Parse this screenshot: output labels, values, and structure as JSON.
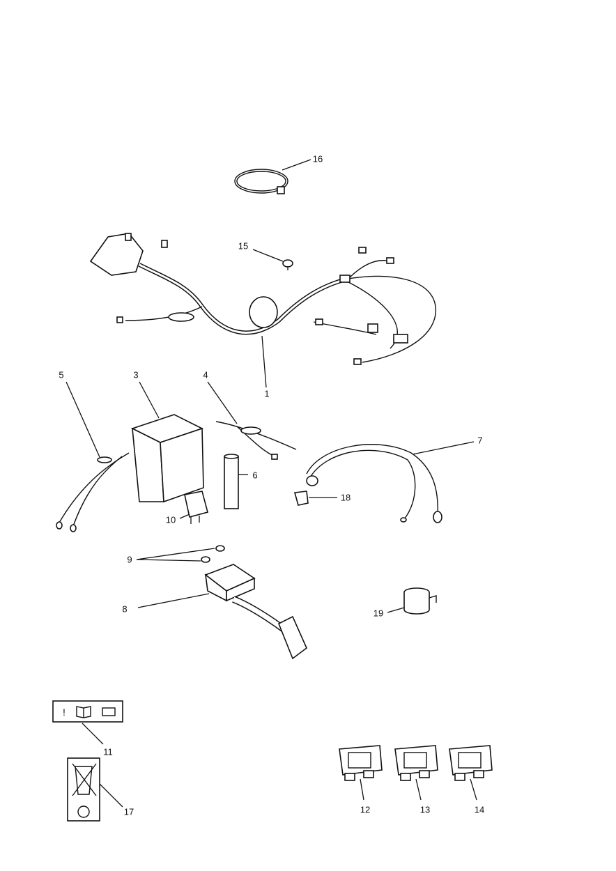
{
  "diagram": {
    "callouts": [
      {
        "id": "16",
        "text": "16"
      },
      {
        "id": "15",
        "text": "15"
      },
      {
        "id": "1",
        "text": "1"
      },
      {
        "id": "5",
        "text": "5"
      },
      {
        "id": "3",
        "text": "3"
      },
      {
        "id": "4",
        "text": "4"
      },
      {
        "id": "7",
        "text": "7"
      },
      {
        "id": "6",
        "text": "6"
      },
      {
        "id": "18",
        "text": "18"
      },
      {
        "id": "10",
        "text": "10"
      },
      {
        "id": "9",
        "text": "9"
      },
      {
        "id": "8",
        "text": "8"
      },
      {
        "id": "19",
        "text": "19"
      },
      {
        "id": "11",
        "text": "11"
      },
      {
        "id": "17",
        "text": "17"
      },
      {
        "id": "12",
        "text": "12"
      },
      {
        "id": "13",
        "text": "13"
      },
      {
        "id": "14",
        "text": "14"
      }
    ],
    "label_11_symbols": {
      "warning": "!"
    }
  }
}
